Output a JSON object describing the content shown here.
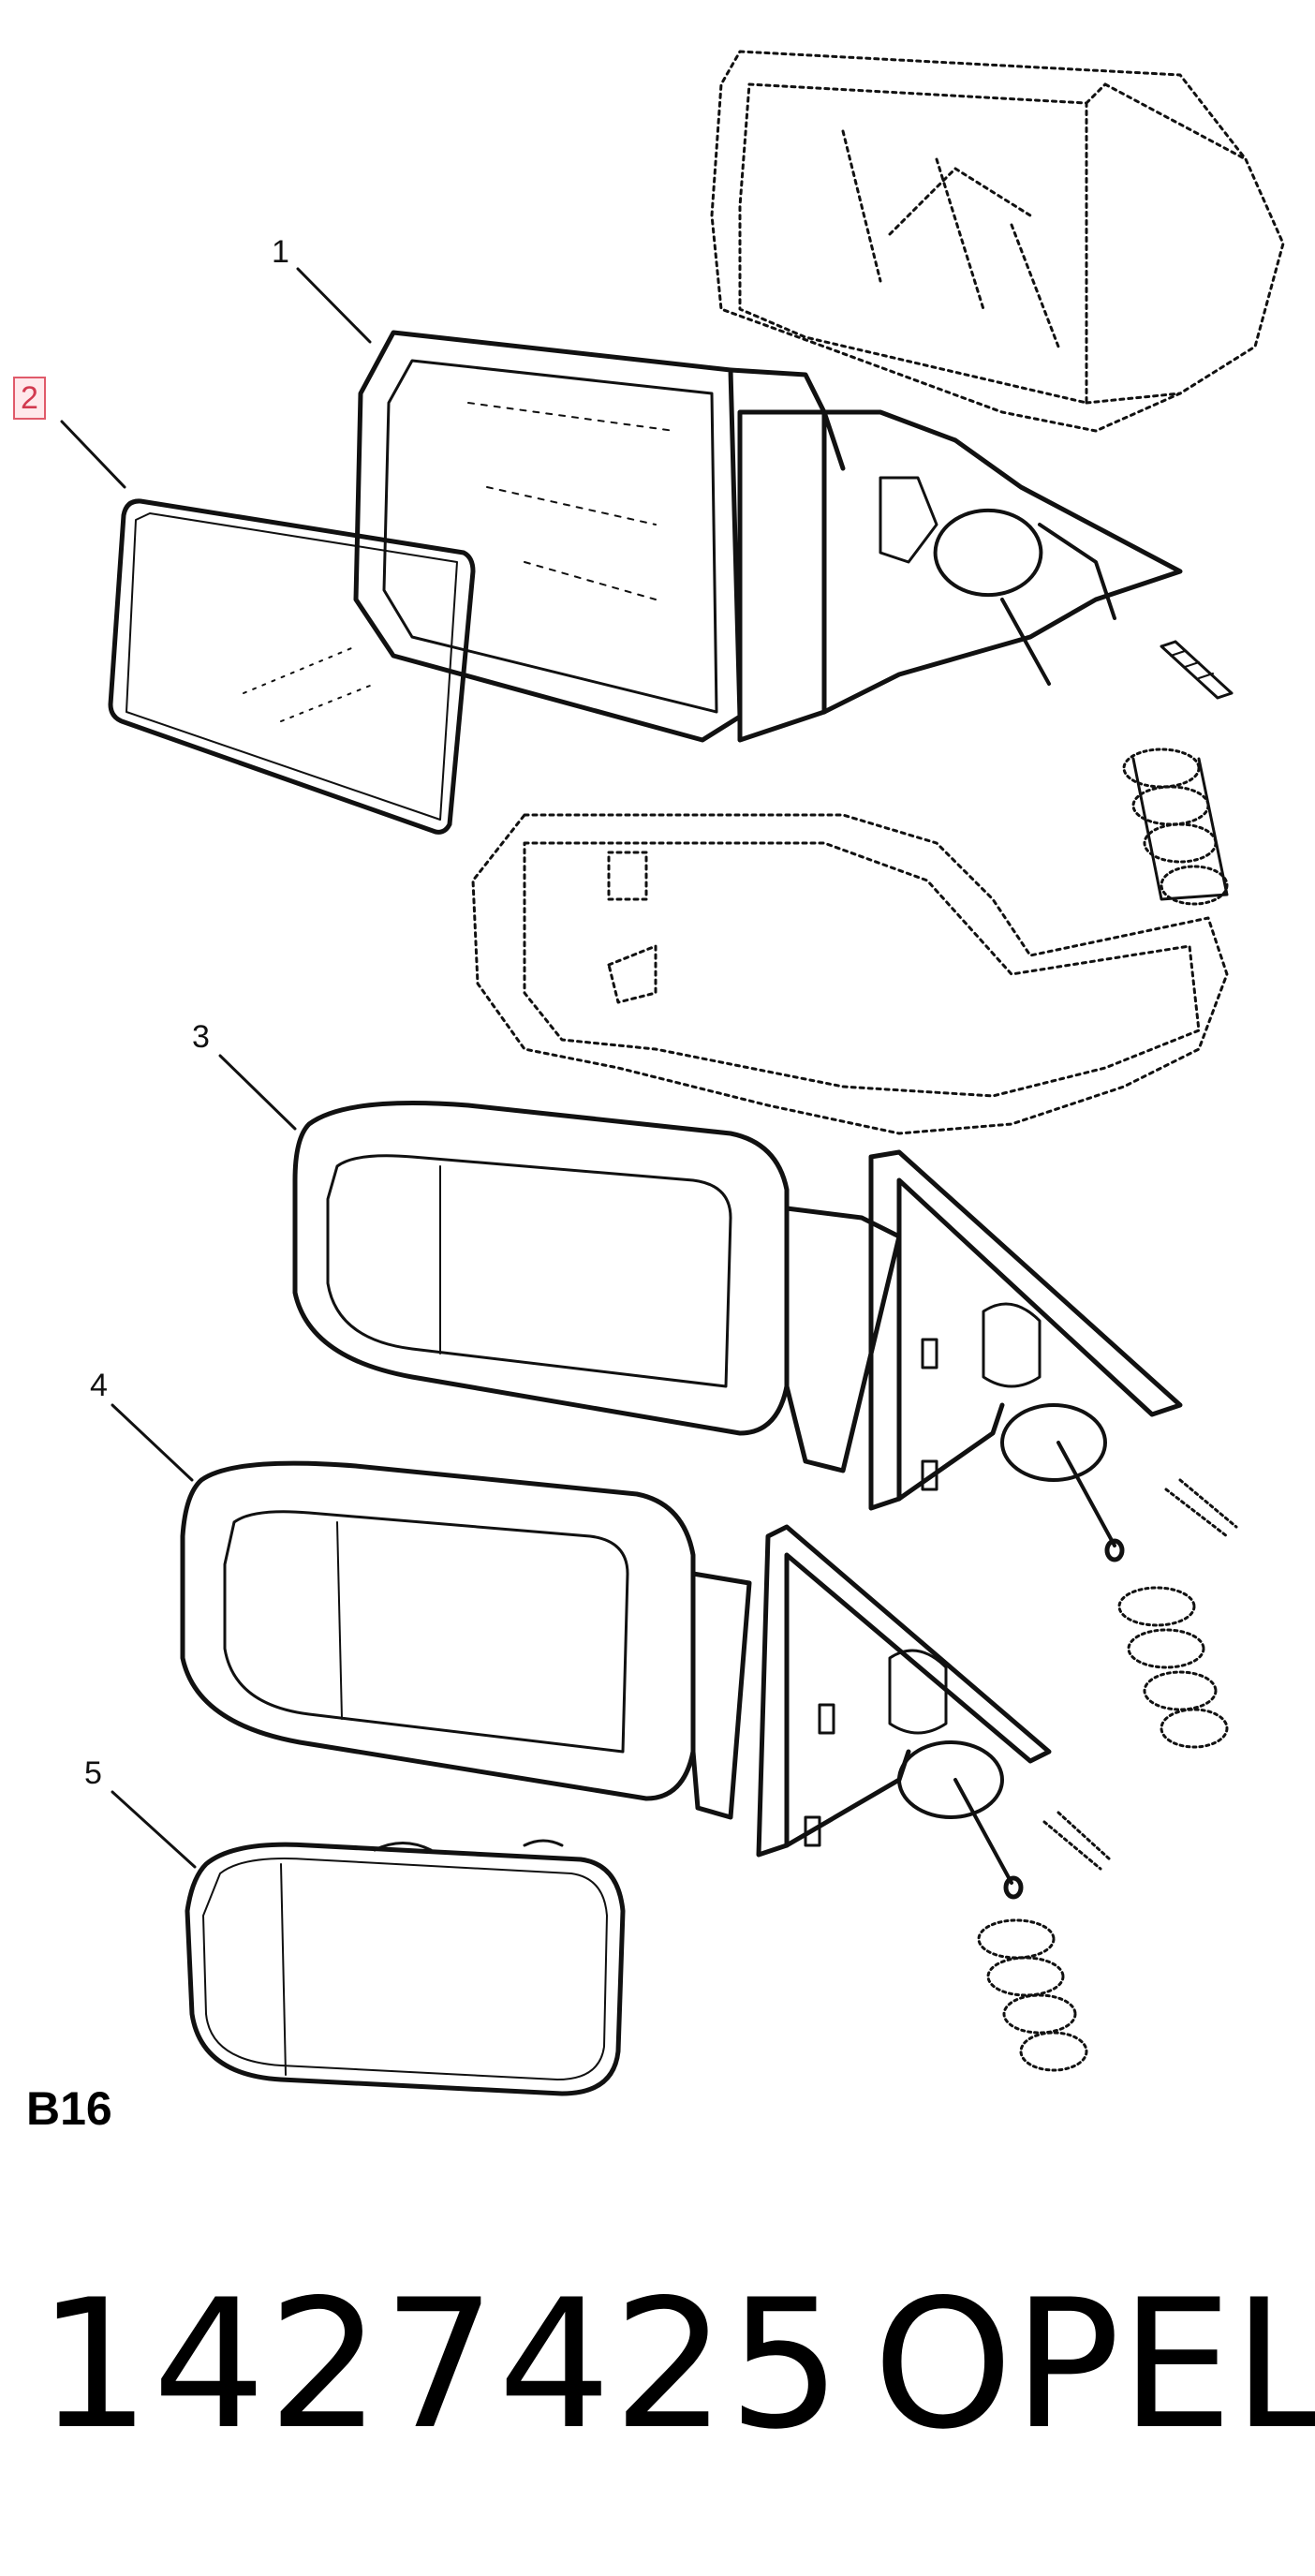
{
  "callouts": {
    "c1": "1",
    "c2": "2",
    "c3": "3",
    "c4": "4",
    "c5": "5"
  },
  "section_code": "B16",
  "part_number": "1427425",
  "brand": "OPEL",
  "colors": {
    "line": "#111111",
    "highlight_border": "#e05a6a",
    "highlight_fill": "#ffe9ec"
  }
}
